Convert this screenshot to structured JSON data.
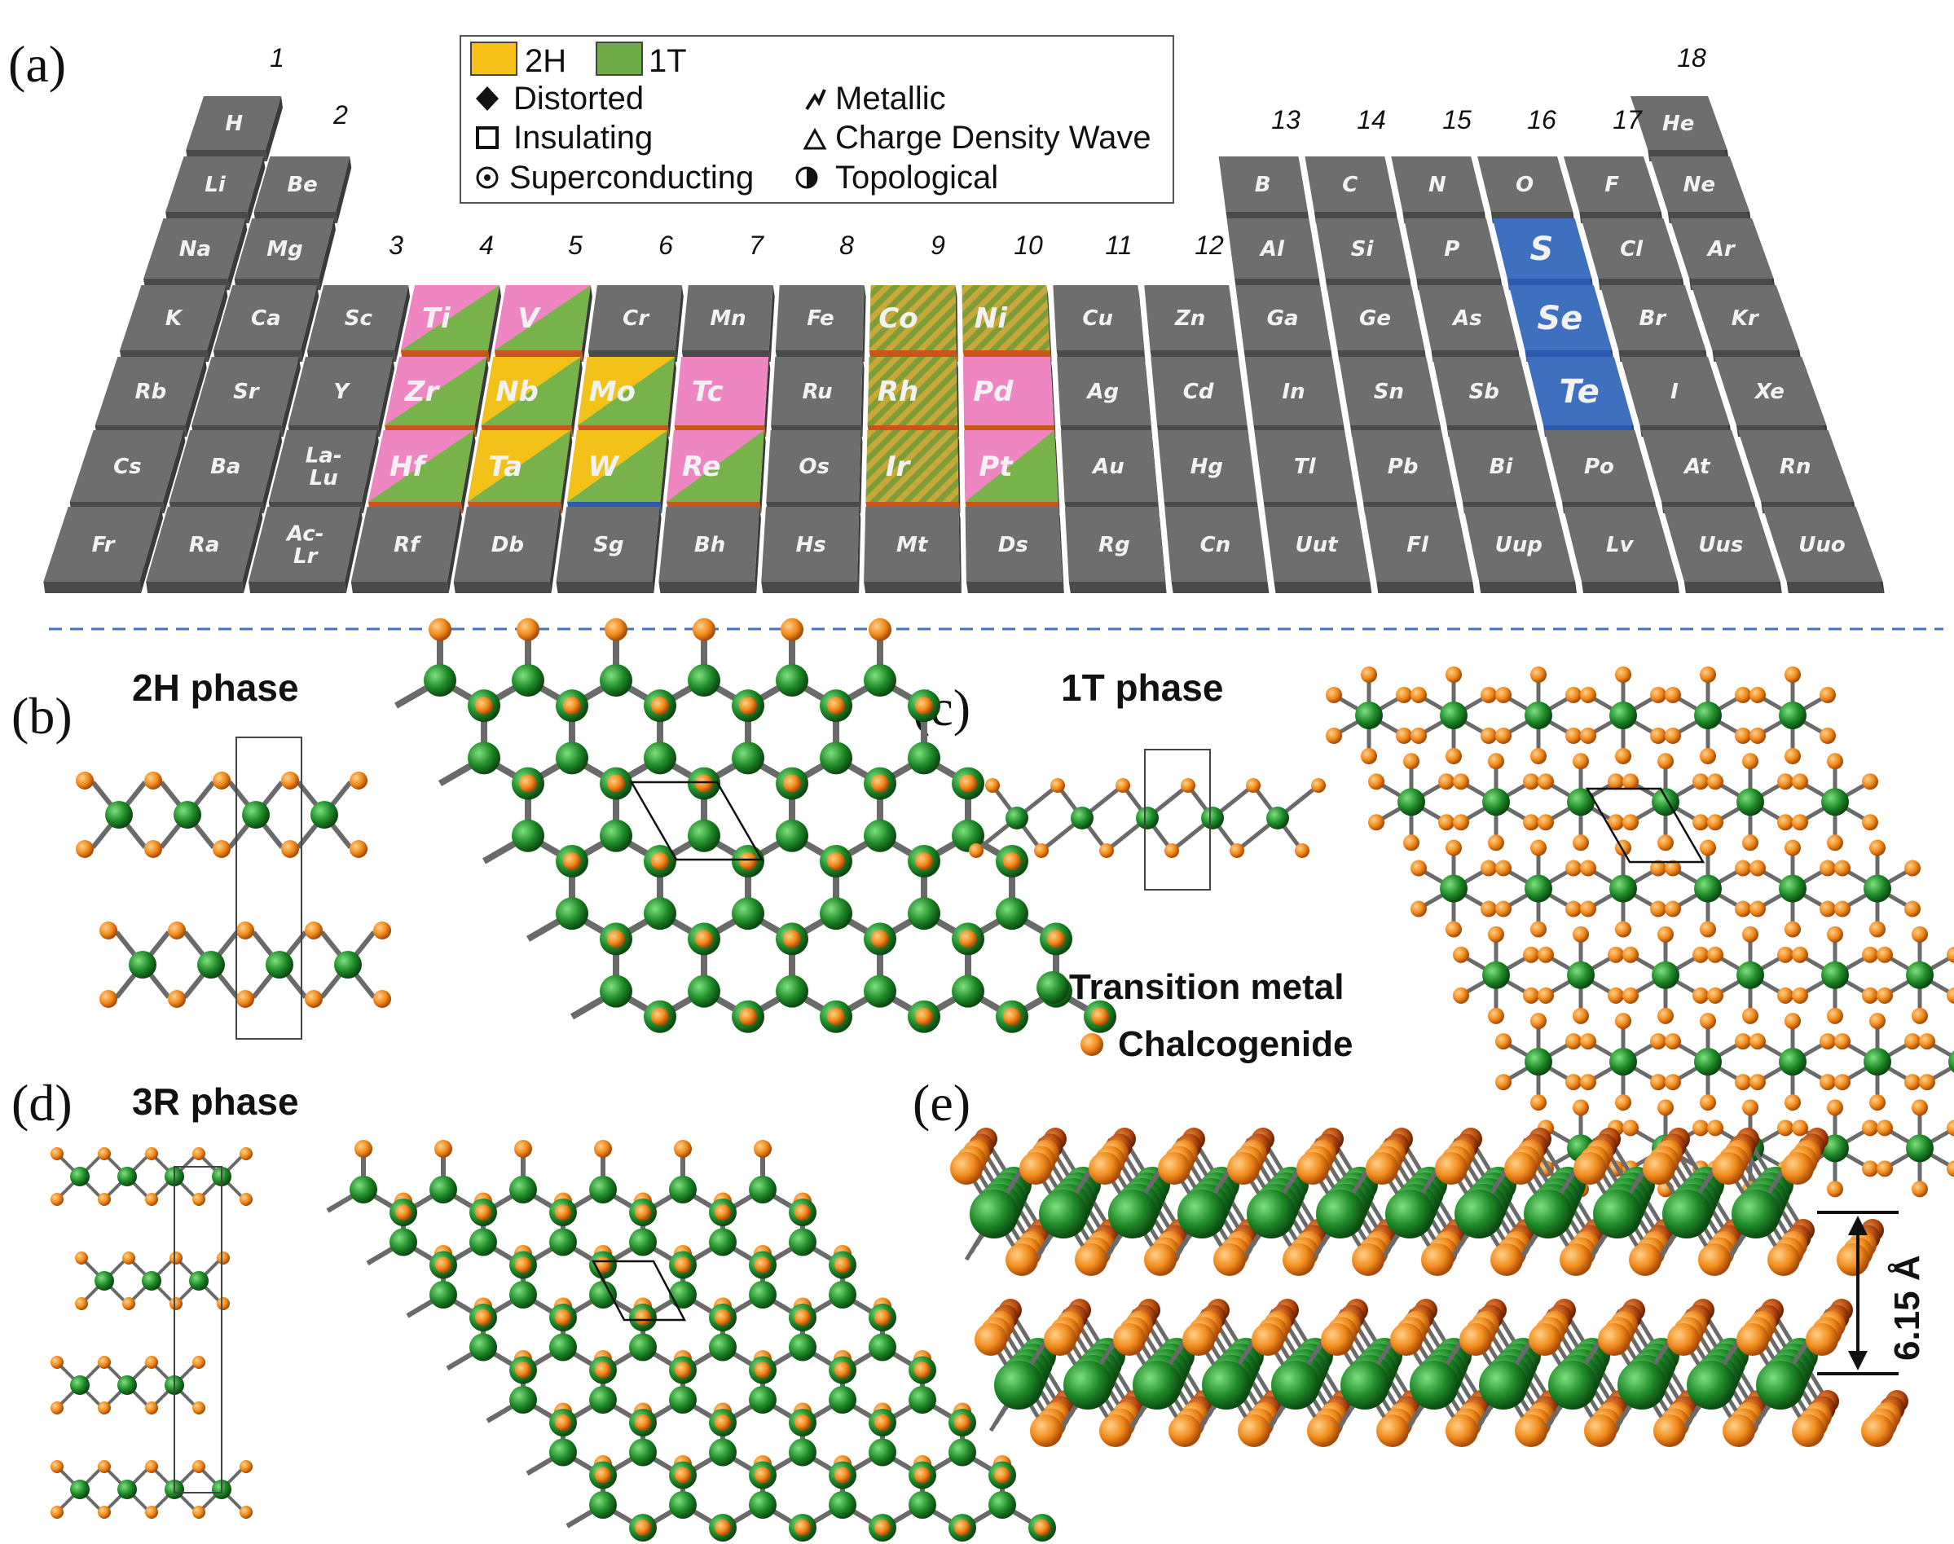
{
  "panels": {
    "a": "(a)",
    "b": "(b)",
    "c": "(c)",
    "d": "(d)",
    "e": "(e)"
  },
  "groups": [
    "1",
    "2",
    "3",
    "4",
    "5",
    "6",
    "7",
    "8",
    "9",
    "10",
    "11",
    "12",
    "13",
    "14",
    "15",
    "16",
    "17",
    "18"
  ],
  "table": {
    "rows": [
      [
        "H",
        "",
        "",
        "",
        "",
        "",
        "",
        "",
        "",
        "",
        "",
        "",
        "",
        "",
        "",
        "",
        "",
        "He"
      ],
      [
        "Li",
        "Be",
        "",
        "",
        "",
        "",
        "",
        "",
        "",
        "",
        "",
        "",
        "B",
        "C",
        "N",
        "O",
        "F",
        "Ne"
      ],
      [
        "Na",
        "Mg",
        "",
        "",
        "",
        "",
        "",
        "",
        "",
        "",
        "",
        "",
        "Al",
        "Si",
        "P",
        "S",
        "Cl",
        "Ar"
      ],
      [
        "K",
        "Ca",
        "Sc",
        "Ti",
        "V",
        "Cr",
        "Mn",
        "Fe",
        "Co",
        "Ni",
        "Cu",
        "Zn",
        "Ga",
        "Ge",
        "As",
        "Se",
        "Br",
        "Kr"
      ],
      [
        "Rb",
        "Sr",
        "Y",
        "Zr",
        "Nb",
        "Mo",
        "Tc",
        "Ru",
        "Rh",
        "Pd",
        "Ag",
        "Cd",
        "In",
        "Sn",
        "Sb",
        "Te",
        "I",
        "Xe"
      ],
      [
        "Cs",
        "Ba",
        "La-\nLu",
        "Hf",
        "Ta",
        "W",
        "Re",
        "Os",
        "Ir",
        "Pt",
        "Au",
        "Hg",
        "Tl",
        "Pb",
        "Bi",
        "Po",
        "At",
        "Rn"
      ],
      [
        "Fr",
        "Ra",
        "Ac-\nLr",
        "Rf",
        "Db",
        "Sg",
        "Bh",
        "Hs",
        "Mt",
        "Ds",
        "Rg",
        "Cn",
        "Uut",
        "Fl",
        "Uup",
        "Lv",
        "Uus",
        "Uuo"
      ]
    ],
    "colors": {
      "gray": "#6e6e6e",
      "pink": "#ee86c2",
      "green": "#77b24a",
      "yellow": "#f2c21a",
      "blue": "#3f6fbf",
      "stripe_a": "#c9ad3a",
      "stripe_b": "#7f9c3a",
      "side_orange": "#c8561c",
      "side_blue": "#2d5ab0"
    },
    "special": {
      "Ti": "pink-green",
      "V": "pink-green",
      "Zr": "pink-green",
      "Hf": "pink-green",
      "Nb": "yellow-green",
      "Ta": "yellow-green",
      "Mo": "yellow-green",
      "W": "yellow-green",
      "Tc": "pink",
      "Re": "pink-green",
      "Pd": "pink",
      "Pt": "pink-green",
      "Co": "striped",
      "Ni": "striped",
      "Rh": "striped",
      "Ir": "striped",
      "S": "chalcogen",
      "Se": "chalcogen",
      "Te": "chalcogen"
    }
  },
  "legend": {
    "phase_2h": "2H",
    "phase_1t": "1T",
    "distorted": "Distorted",
    "metallic": "Metallic",
    "insulating": "Insulating",
    "cdw": "Charge Density Wave",
    "superconducting": "Superconducting",
    "topological": "Topological",
    "color_2h": "#f6c21a",
    "color_1t": "#6faa48"
  },
  "phases": {
    "b_title": "2H phase",
    "c_title": "1T phase",
    "d_title": "3R phase"
  },
  "atoms": {
    "metal_label": "Transition metal",
    "chalcogen_label": "Chalcogenide",
    "metal_color": "#1f8a28",
    "chalcogen_color": "#f08a1a"
  },
  "spacing_label": "6.15 Å"
}
